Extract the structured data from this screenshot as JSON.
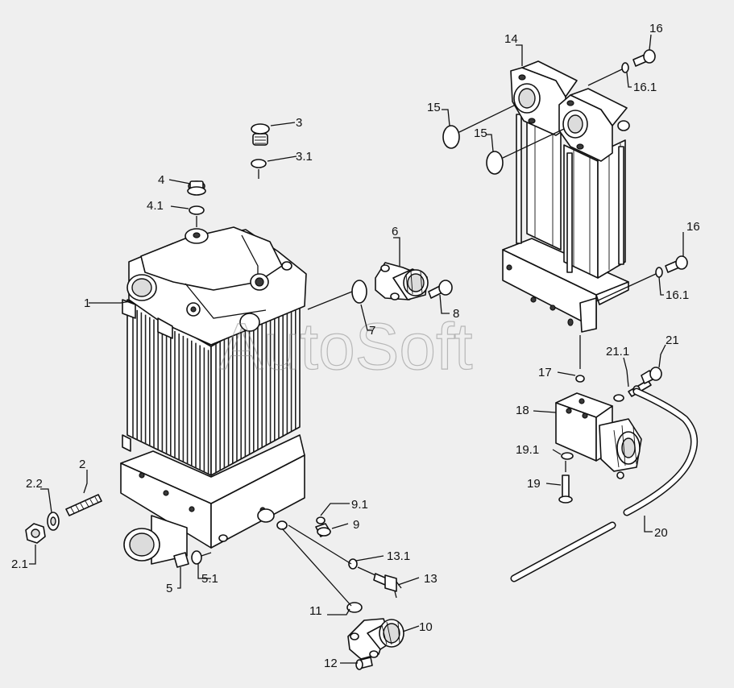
{
  "watermark": "AutoSoft",
  "callouts": {
    "c1": "1",
    "c2": "2",
    "c2_1": "2.1",
    "c2_2": "2.2",
    "c3": "3",
    "c3_1": "3.1",
    "c4": "4",
    "c4_1": "4.1",
    "c5": "5",
    "c5_1": "5.1",
    "c6": "6",
    "c7": "7",
    "c8": "8",
    "c9": "9",
    "c9_1": "9.1",
    "c10": "10",
    "c11": "11",
    "c12": "12",
    "c13": "13",
    "c13_1": "13.1",
    "c14": "14",
    "c15a": "15",
    "c15b": "15",
    "c16a": "16",
    "c16_1a": "16.1",
    "c16b": "16",
    "c16_1b": "16.1",
    "c17": "17",
    "c18": "18",
    "c19": "19",
    "c19_1": "19.1",
    "c20": "20",
    "c21": "21",
    "c21_1": "21.1"
  }
}
